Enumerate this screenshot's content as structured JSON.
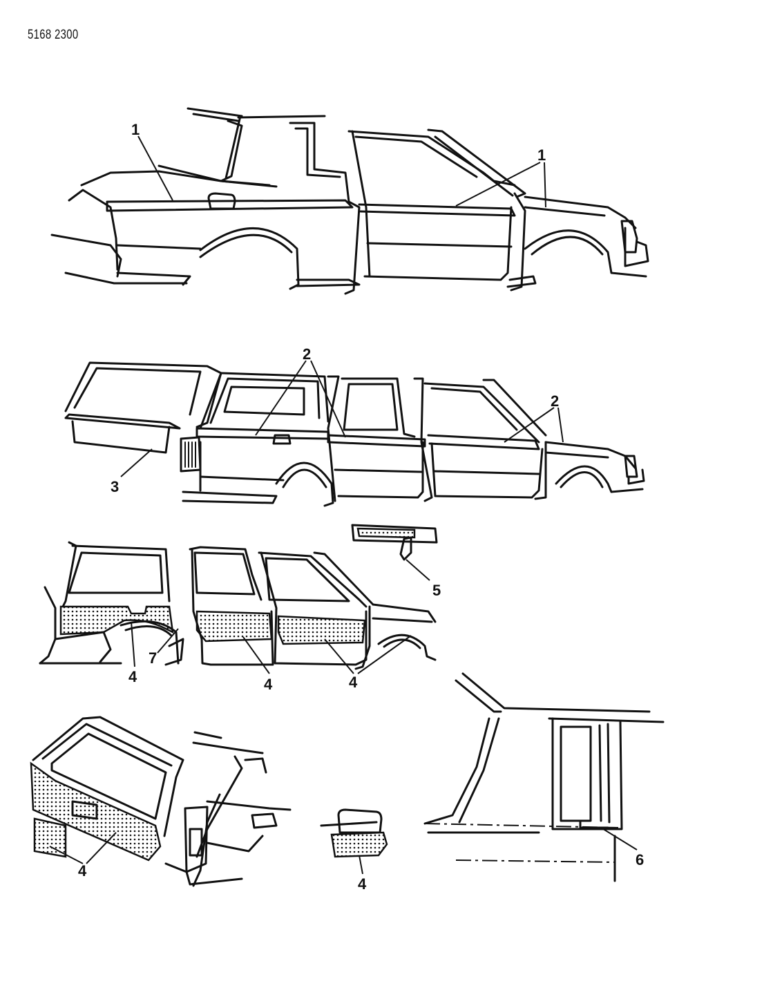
{
  "drawing_code": "5168 2300",
  "callouts": {
    "c1a": "1",
    "c1b": "1",
    "c2a": "2",
    "c2b": "2",
    "c3": "3",
    "c4a": "4",
    "c4b": "4",
    "c4c": "4",
    "c4d": "4",
    "c4e": "4",
    "c5": "5",
    "c6": "6",
    "c7": "7"
  }
}
